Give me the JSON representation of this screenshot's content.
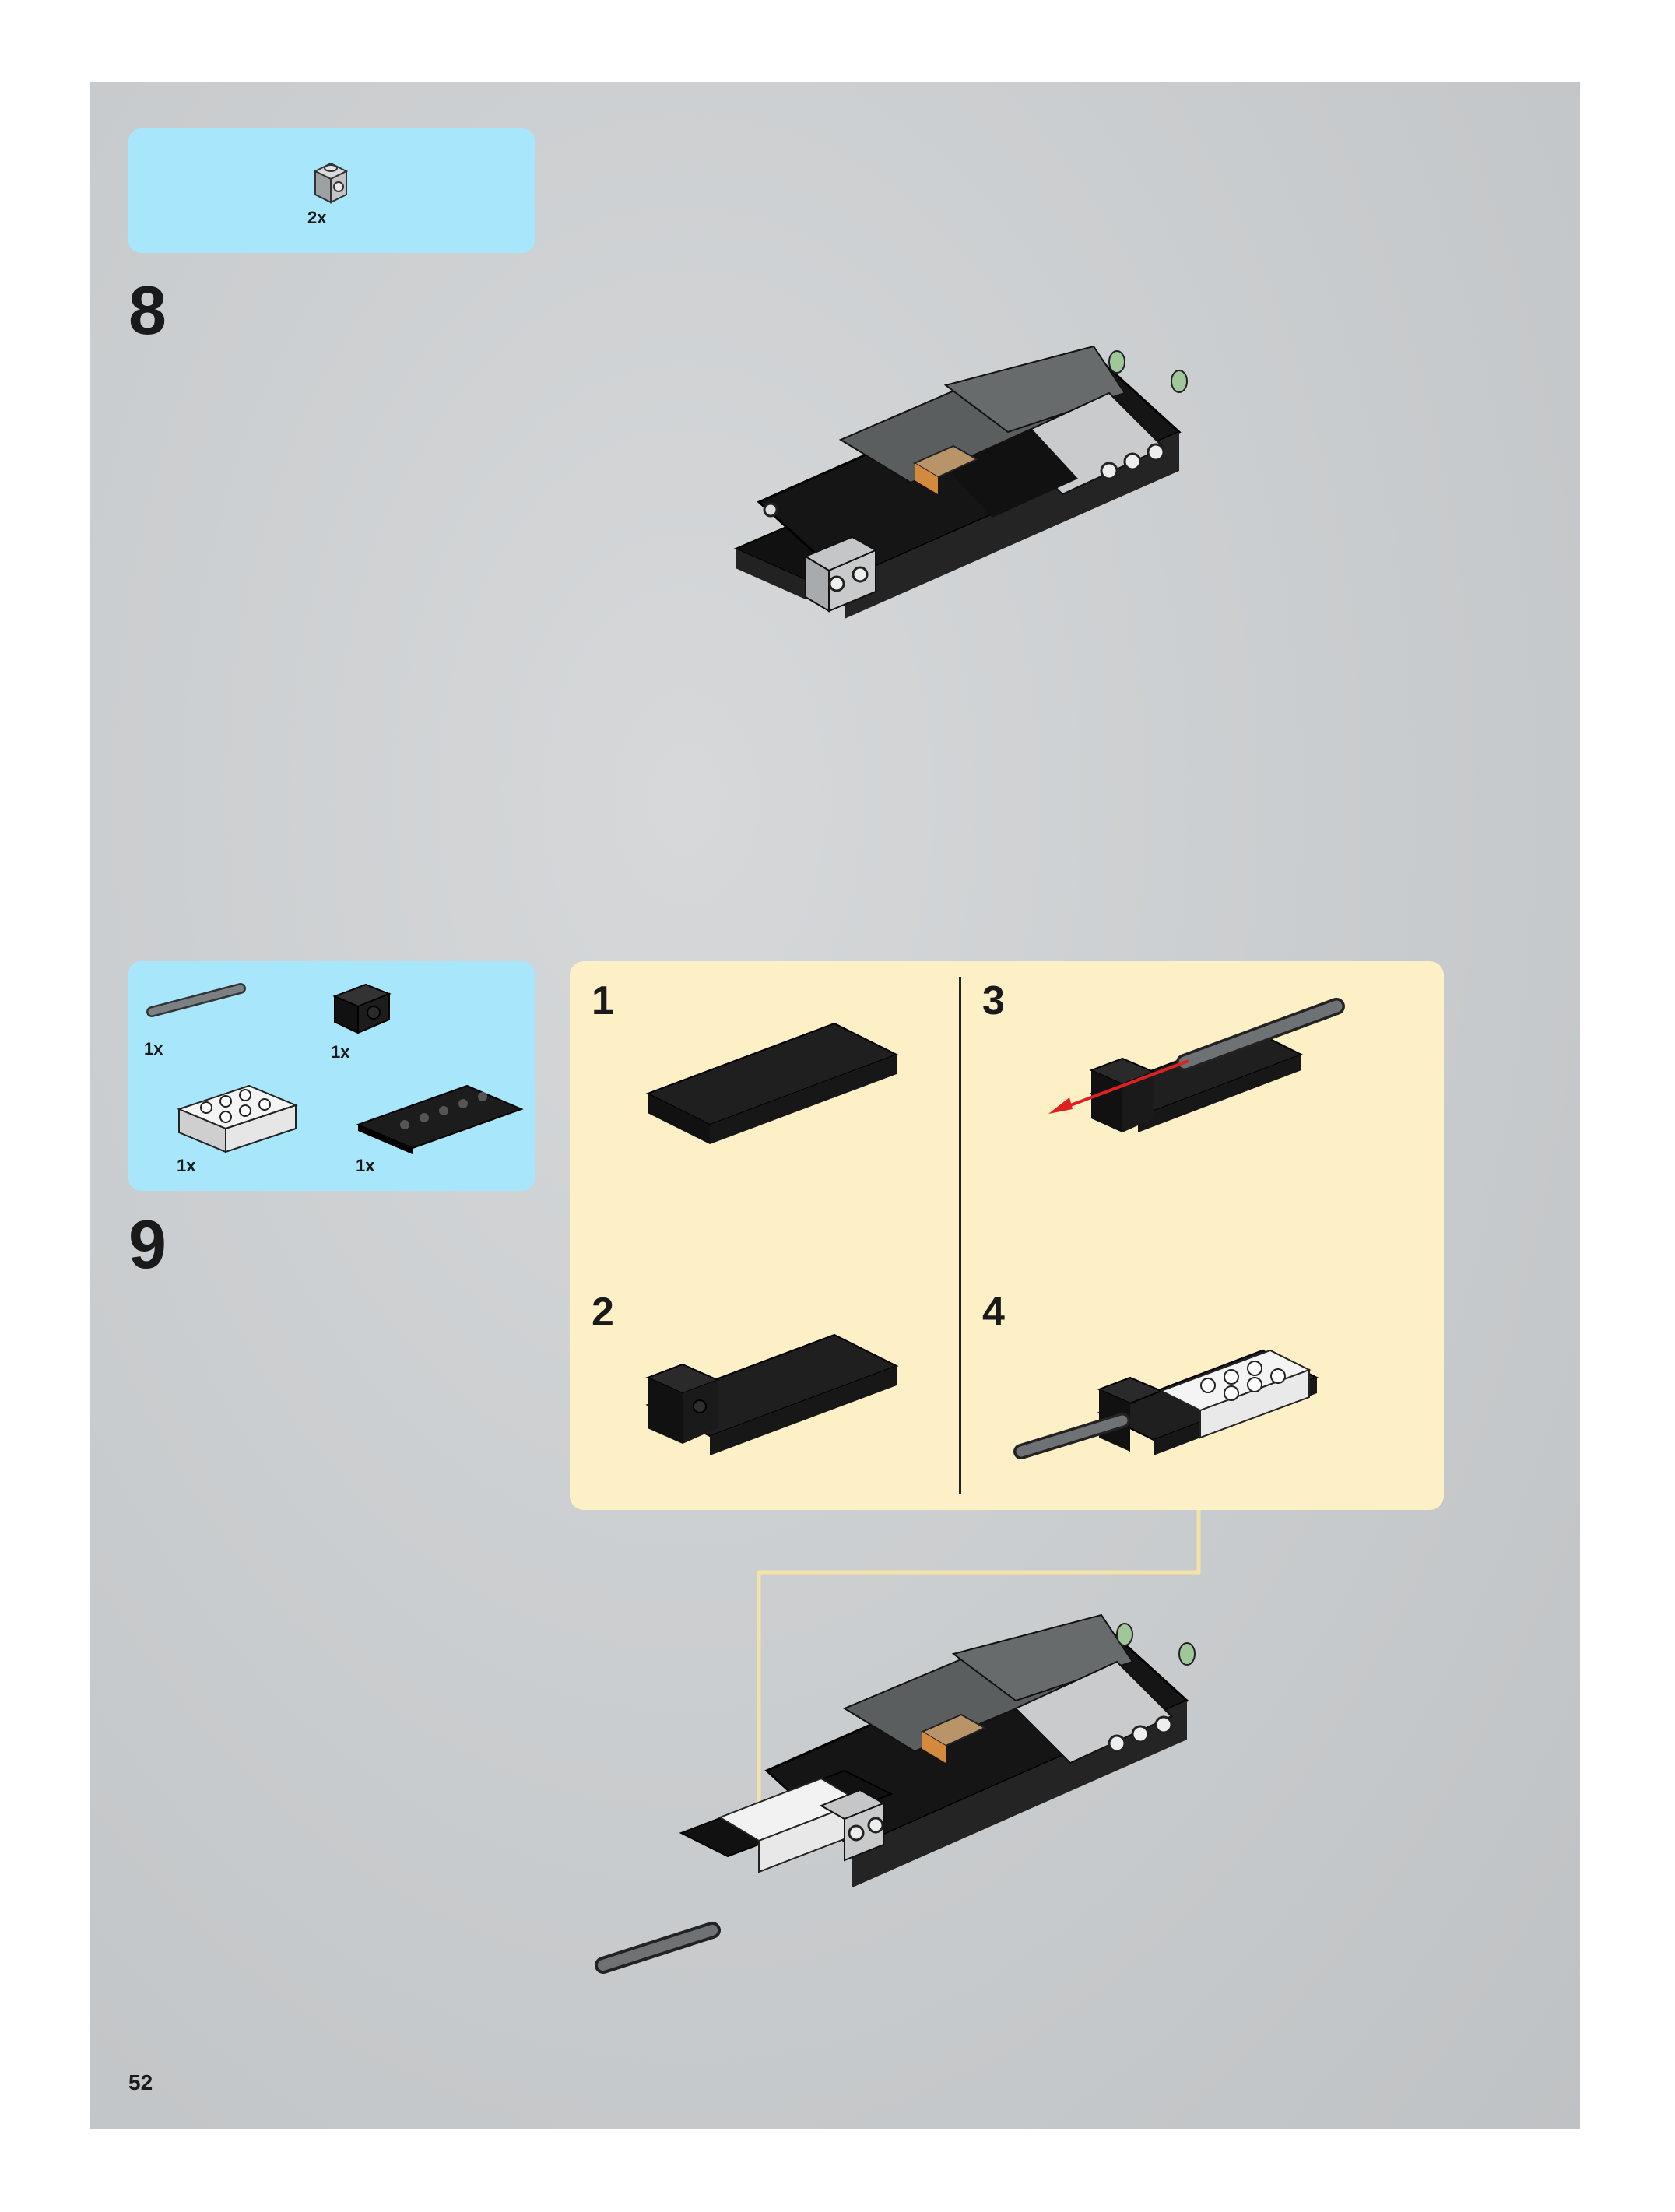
{
  "page": {
    "number": "52",
    "background_color": "#c9ccce"
  },
  "colors": {
    "parts_box": "#a8e6fb",
    "sub_panel": "#fdf0c6",
    "connector_line": "#f4e3a8",
    "arrow": "#e02020"
  },
  "step8": {
    "number": "8",
    "parts": [
      {
        "qty": "2x",
        "icon": "light-gray-1x1-brick-with-side-stud-icon"
      }
    ],
    "model_icon": "assembled-hull-with-dark-gray-wedges-icon"
  },
  "step9": {
    "number": "9",
    "parts": [
      {
        "qty": "1x",
        "icon": "gray-bar-icon"
      },
      {
        "qty": "1x",
        "icon": "black-brick-with-hole-icon"
      },
      {
        "qty": "1x",
        "icon": "white-2x4-brick-icon"
      },
      {
        "qty": "1x",
        "icon": "black-2x6-plate-icon"
      }
    ],
    "substeps": [
      {
        "number": "1",
        "icon": "black-plate-icon"
      },
      {
        "number": "2",
        "icon": "plate-with-black-brick-icon"
      },
      {
        "number": "3",
        "icon": "insert-bar-with-arrow-icon"
      },
      {
        "number": "4",
        "icon": "white-brick-on-plate-with-bar-icon"
      }
    ],
    "model_icon": "assembled-hull-with-white-nose-icon"
  }
}
